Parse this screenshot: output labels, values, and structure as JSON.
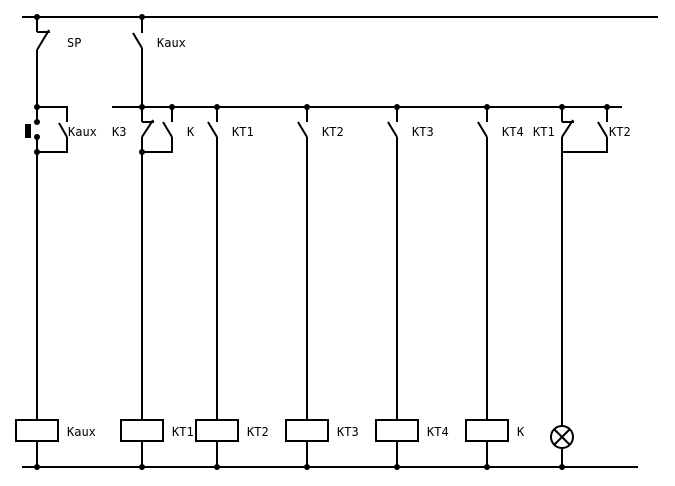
{
  "contacts": {
    "sp": "SP",
    "kaux_main": "Kaux",
    "kaux_hold": "Kaux",
    "k3": "K3",
    "k": "K",
    "kt1": "KT1",
    "kt2": "KT2",
    "kt3": "KT3",
    "kt4": "KT4",
    "kt1_lamp": "KT1",
    "kt2_lamp": "KT2"
  },
  "coils": {
    "kaux": "Kaux",
    "kt1": "KT1",
    "kt2": "KT2",
    "kt3": "KT3",
    "kt4": "KT4",
    "k": "K"
  }
}
